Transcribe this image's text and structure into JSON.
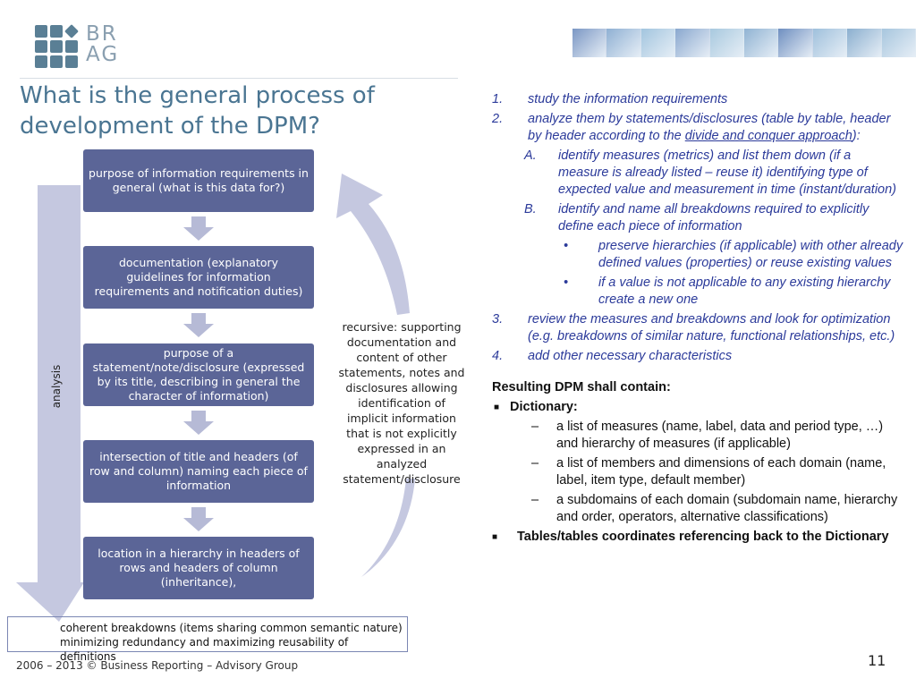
{
  "logo": {
    "line1": "BR",
    "line2": "AG"
  },
  "header_tiles": [
    "#7b97c4",
    "#8fb0d3",
    "#a2c5df",
    "#8aa8cf",
    "#a8c9df",
    "#90b3d3",
    "#6f8fc0",
    "#9fc0dc",
    "#8bafcf",
    "#a7c6de"
  ],
  "title": "What is the general process of development of the DPM?",
  "flow": {
    "boxes": [
      "purpose of information requirements in general (what is this data for?)",
      "documentation (explanatory guidelines for information requirements and notification duties)",
      "purpose of a statement/note/disclosure (expressed by its title, describing in general the character of information)",
      "intersection of title and headers (of row and column) naming each piece of information",
      "location in a hierarchy in headers of rows and headers of column (inheritance),"
    ],
    "analysis_label": "analysis",
    "recursive_note": "recursive: supporting documentation and content of other statements, notes and disclosures allowing identification of implicit information that is not explicitly expressed in an analyzed statement/disclosure",
    "bottom_box": {
      "line1": "coherent breakdowns (items sharing common semantic nature)",
      "line2": "minimizing redundancy and maximizing reusability of definitions"
    },
    "colors": {
      "box": "#5b6597",
      "arrow": "#b6bad6",
      "big_arrow": "#c5c8e0"
    }
  },
  "steps": {
    "s1": {
      "num": "1.",
      "text": "study the information requirements"
    },
    "s2": {
      "num": "2.",
      "text_a": "analyze them by statements/disclosures (table by table, header by header according to the ",
      "link": "divide and conquer approach",
      "text_b": "):"
    },
    "sA": {
      "num": "A.",
      "text": "identify measures (metrics) and list them down (if a measure is already listed – reuse it) identifying type of expected value and measurement in time (instant/duration)"
    },
    "sB": {
      "num": "B.",
      "text": "identify and name all breakdowns required to explicitly define each piece of information"
    },
    "b1": {
      "num": "•",
      "text": "preserve hierarchies (if applicable) with other already defined values (properties) or reuse existing values"
    },
    "b2": {
      "num": "•",
      "text": "if a value is not applicable to any existing hierarchy create a new one"
    },
    "s3": {
      "num": "3.",
      "text": "review the measures and breakdowns and look for optimization (e.g. breakdowns of similar nature, functional relationships, etc.)"
    },
    "s4": {
      "num": "4.",
      "text": "add other necessary characteristics"
    }
  },
  "result": {
    "heading": "Resulting DPM shall contain:",
    "dictionary_label": "Dictionary:",
    "dictionary_items": [
      "a list of measures (name, label, data and period type, …) and hierarchy of measures (if applicable)",
      "a list of members and dimensions of each domain (name, label, item type, default member)",
      "a subdomains of each domain (subdomain name, hierarchy and order, operators, alternative classifications)"
    ],
    "dash": "–",
    "bullet": "■",
    "tables_label": "Tables/tables coordinates referencing back to the Dictionary"
  },
  "footer": "2006 – 2013 © Business Reporting – Advisory Group",
  "page_number": "11"
}
